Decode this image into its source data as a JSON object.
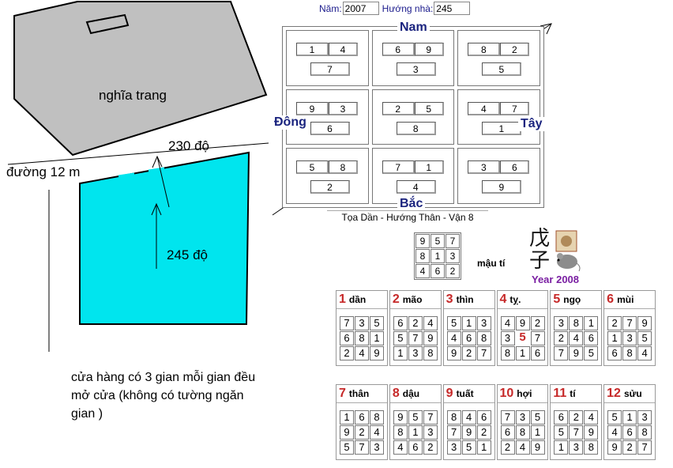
{
  "sketch": {
    "cemetery_label": "nghĩa trang",
    "road_label": "đường 12 m",
    "angle_top": "230 độ",
    "angle_bottom": "245 độ",
    "note": "cửa hàng có 3 gian mỗi gian đều mở cửa (không có tường ngăn gian )",
    "cemetery_color": "#c0c0c0",
    "shop_color": "#00e5ee"
  },
  "form": {
    "year_label": "Năm:",
    "year_value": "2007",
    "direction_label": "Hướng nhà:",
    "direction_value": "245"
  },
  "chart": {
    "labels": {
      "south": "Nam",
      "north": "Bắc",
      "east": "Đông",
      "west": "Tây"
    },
    "cells": [
      {
        "a": "1",
        "b": "4",
        "c": "7"
      },
      {
        "a": "6",
        "b": "9",
        "c": "3"
      },
      {
        "a": "8",
        "b": "2",
        "c": "5"
      },
      {
        "a": "9",
        "b": "3",
        "c": "6"
      },
      {
        "a": "2",
        "b": "5",
        "c": "8"
      },
      {
        "a": "4",
        "b": "7",
        "c": "1"
      },
      {
        "a": "5",
        "b": "8",
        "c": "2"
      },
      {
        "a": "7",
        "b": "1",
        "c": "4"
      },
      {
        "a": "3",
        "b": "6",
        "c": "9"
      }
    ],
    "caption": "Tọa Dần - Hướng Thân - Vận 8"
  },
  "year_star": {
    "grid": [
      "9",
      "5",
      "7",
      "8",
      "1",
      "3",
      "4",
      "6",
      "2"
    ],
    "label": "mậu tí",
    "glyph1": "戊",
    "glyph2": "子",
    "year_text": "Year 2008"
  },
  "months": [
    {
      "num": "1",
      "name": "dần",
      "grid": [
        "7",
        "3",
        "5",
        "6",
        "8",
        "1",
        "2",
        "4",
        "9"
      ]
    },
    {
      "num": "2",
      "name": "mão",
      "grid": [
        "6",
        "2",
        "4",
        "5",
        "7",
        "9",
        "1",
        "3",
        "8"
      ]
    },
    {
      "num": "3",
      "name": "thìn",
      "grid": [
        "5",
        "1",
        "3",
        "4",
        "6",
        "8",
        "9",
        "2",
        "7"
      ]
    },
    {
      "num": "4",
      "name": "tỵ.",
      "grid": [
        "4",
        "9",
        "2",
        "3",
        "5",
        "7",
        "8",
        "1",
        "6"
      ]
    },
    {
      "num": "5",
      "name": "ngọ",
      "grid": [
        "3",
        "8",
        "1",
        "2",
        "4",
        "6",
        "7",
        "9",
        "5"
      ]
    },
    {
      "num": "6",
      "name": "mùi",
      "grid": [
        "2",
        "7",
        "9",
        "1",
        "3",
        "5",
        "6",
        "8",
        "4"
      ]
    },
    {
      "num": "7",
      "name": "thân",
      "grid": [
        "1",
        "6",
        "8",
        "9",
        "2",
        "4",
        "5",
        "7",
        "3"
      ]
    },
    {
      "num": "8",
      "name": "dậu",
      "grid": [
        "9",
        "5",
        "7",
        "8",
        "1",
        "3",
        "4",
        "6",
        "2"
      ]
    },
    {
      "num": "9",
      "name": "tuất",
      "grid": [
        "8",
        "4",
        "6",
        "7",
        "9",
        "2",
        "3",
        "5",
        "1"
      ]
    },
    {
      "num": "10",
      "name": "hợi",
      "grid": [
        "7",
        "3",
        "5",
        "6",
        "8",
        "1",
        "2",
        "4",
        "9"
      ]
    },
    {
      "num": "11",
      "name": "tí",
      "grid": [
        "6",
        "2",
        "4",
        "5",
        "7",
        "9",
        "1",
        "3",
        "8"
      ]
    },
    {
      "num": "12",
      "name": "sửu",
      "grid": [
        "5",
        "1",
        "3",
        "4",
        "6",
        "8",
        "9",
        "2",
        "7"
      ]
    }
  ]
}
